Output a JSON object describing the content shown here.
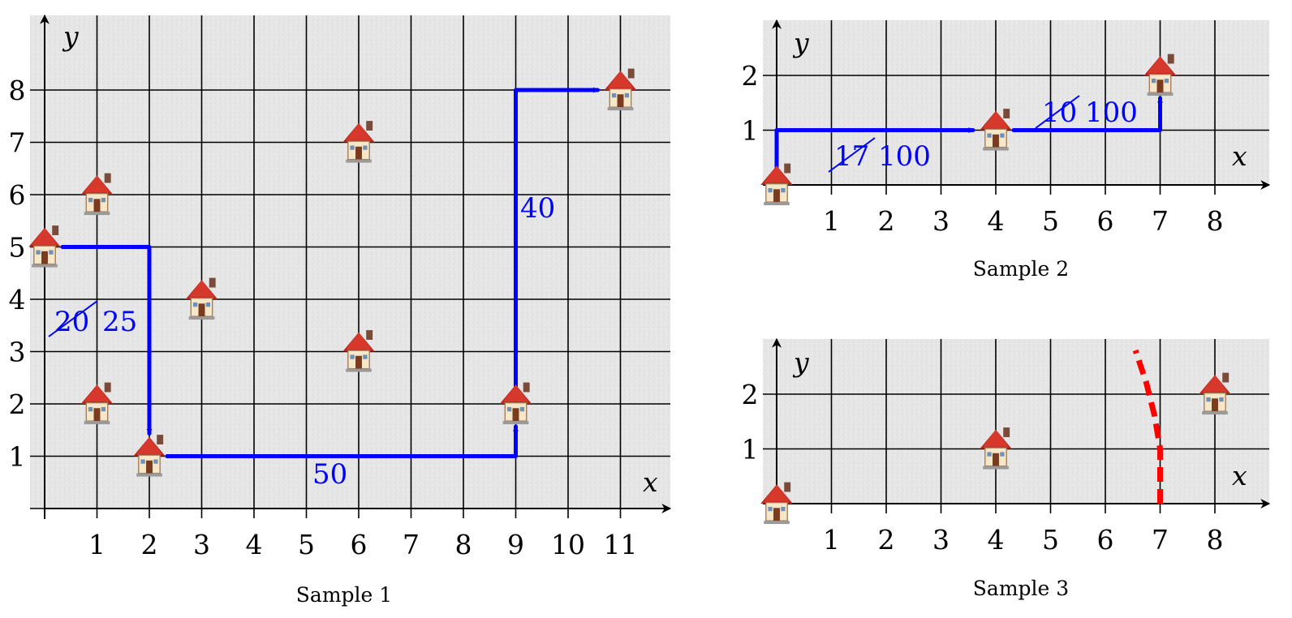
{
  "colors": {
    "route": "#0000ff",
    "cut": "#ff0000",
    "grid": "#000000",
    "paper": "#e6e6e6"
  },
  "icon_name": "house-icon",
  "panels": [
    {
      "id": "sample-1",
      "caption": "Sample 1",
      "x_label": "x",
      "y_label": "y",
      "x_ticks": [
        1,
        2,
        3,
        4,
        5,
        6,
        7,
        8,
        9,
        10,
        11
      ],
      "y_ticks": [
        1,
        2,
        3,
        4,
        5,
        6,
        7,
        8
      ],
      "houses": [
        [
          0,
          5
        ],
        [
          1,
          6
        ],
        [
          1,
          2
        ],
        [
          2,
          1
        ],
        [
          3,
          4
        ],
        [
          6,
          7
        ],
        [
          6,
          3
        ],
        [
          9,
          2
        ],
        [
          11,
          8
        ]
      ],
      "routes": [
        {
          "path": [
            [
              0,
              5
            ],
            [
              2,
              5
            ],
            [
              2,
              1
            ]
          ]
        },
        {
          "path": [
            [
              2,
              1
            ],
            [
              9,
              1
            ],
            [
              9,
              2
            ]
          ]
        },
        {
          "path": [
            [
              9,
              2
            ],
            [
              9,
              8
            ],
            [
              11,
              8
            ]
          ]
        }
      ],
      "edge_labels": [
        {
          "old": "20",
          "new": "25"
        },
        {
          "new": "50"
        },
        {
          "new": "40"
        }
      ]
    },
    {
      "id": "sample-2",
      "caption": "Sample 2",
      "x_label": "x",
      "y_label": "y",
      "x_ticks": [
        1,
        2,
        3,
        4,
        5,
        6,
        7,
        8
      ],
      "y_ticks": [
        1,
        2
      ],
      "houses": [
        [
          0,
          0
        ],
        [
          4,
          1
        ],
        [
          7,
          2
        ]
      ],
      "routes": [
        {
          "path": [
            [
              0,
              0
            ],
            [
              0,
              1
            ],
            [
              4,
              1
            ]
          ]
        },
        {
          "path": [
            [
              4,
              1
            ],
            [
              7,
              1
            ],
            [
              7,
              2
            ]
          ]
        }
      ],
      "edge_labels": [
        {
          "old": "17",
          "new": "100"
        },
        {
          "old": "10",
          "new": "100"
        }
      ]
    },
    {
      "id": "sample-3",
      "caption": "Sample 3",
      "x_label": "x",
      "y_label": "y",
      "x_ticks": [
        1,
        2,
        3,
        4,
        5,
        6,
        7,
        8
      ],
      "y_ticks": [
        1,
        2
      ],
      "houses": [
        [
          0,
          0
        ],
        [
          4,
          1
        ],
        [
          8,
          2
        ]
      ],
      "cut_line": [
        [
          7,
          0
        ],
        [
          7,
          1
        ],
        [
          6.9,
          1.6
        ],
        [
          6.75,
          2.2
        ],
        [
          6.55,
          2.8
        ]
      ]
    }
  ]
}
